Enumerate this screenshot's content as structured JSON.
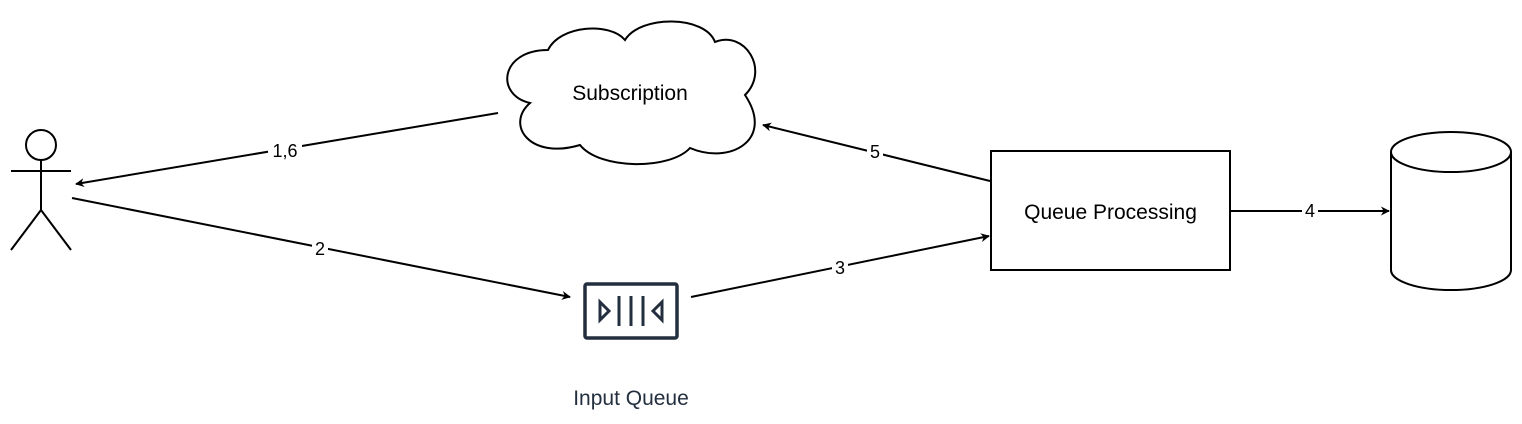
{
  "nodes": {
    "subscription": {
      "label": "Subscription"
    },
    "queue_processing": {
      "label": "Queue Processing"
    },
    "input_queue": {
      "label": "Input Queue",
      "icon": "queue-icon",
      "color": "#232f3e"
    },
    "actor": {
      "icon": "actor-icon"
    },
    "database": {
      "icon": "database-icon"
    }
  },
  "edges": {
    "e1_6": {
      "label": "1,6"
    },
    "e2": {
      "label": "2"
    },
    "e3": {
      "label": "3"
    },
    "e4": {
      "label": "4"
    },
    "e5": {
      "label": "5"
    }
  }
}
